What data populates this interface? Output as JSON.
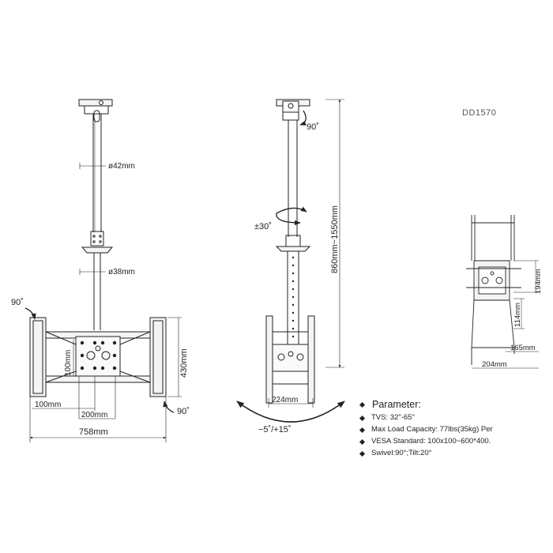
{
  "model": "DD1570",
  "front_view": {
    "pole_diameter_top": "ø42mm",
    "pole_diameter_bottom": "ø38mm",
    "swivel_left": "90˚",
    "swivel_right": "90˚",
    "vesa_height": "100mm",
    "plate_height": "430mm",
    "vesa_width": "100mm",
    "vesa_width_large": "200mm",
    "total_width": "758mm"
  },
  "side_view": {
    "rotation_top": "90˚",
    "rotation_mid": "±30˚",
    "height_range": "860mm~1550mm",
    "bracket_width": "224mm",
    "tilt_range": "−5˚/+15˚"
  },
  "small_view": {
    "dim_194": "194mm",
    "dim_114": "114mm",
    "dim_165": "165mm",
    "dim_204": "204mm"
  },
  "parameters": {
    "title": "Parameter:",
    "items": [
      "TVS: 32\"-65\"",
      "Max Load Capacity: 77lbs(35kg) Per",
      "VESA Standard: 100x100~600*400.",
      "Swivel:90°;Tilt:20°"
    ]
  }
}
